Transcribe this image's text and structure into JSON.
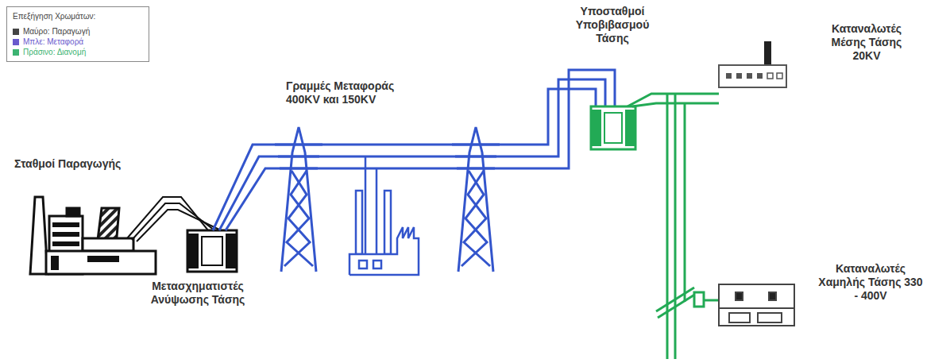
{
  "diagram": {
    "labels": [
      "Επεξήγηση Χρωμάτων:",
      "Σταθμοί Παραγωγής",
      "Μετασχηματιστές Ανύψωσης Τάσης",
      "Γραμμές Μεταφοράς 400KV και 150KV",
      "Υποσταθμοί Υποβιβασμού Τάσης",
      "Καταναλωτές Μέσης Τάσης 20KV",
      "Καταναλωτές Χαμηλής Τάσης 330 - 400V"
    ],
    "legend": [
      {
        "text": "Μαύρο: Παραγωγή",
        "color": "#444444"
      },
      {
        "text": "Μπλε: Μεταφορά",
        "color": "#6a5acd"
      },
      {
        "text": "Πράσινο: Διανομή",
        "color": "#3cb371"
      }
    ]
  }
}
